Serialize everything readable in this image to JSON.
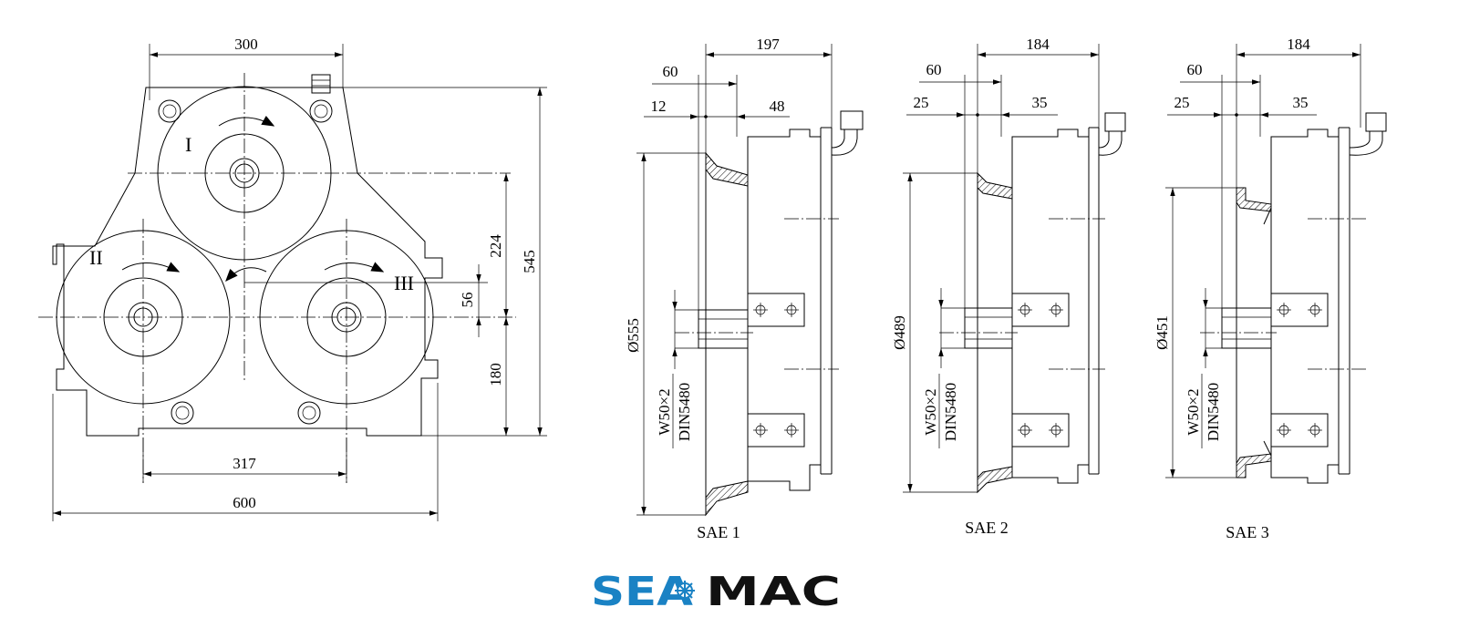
{
  "brand": {
    "logo_text": "SEAMAC",
    "part1": "SEA",
    "part2": "MAC",
    "color1": "#1a82c4",
    "color2": "#111111"
  },
  "front_view": {
    "dim_top": "300",
    "dim_bottom_inner": "317",
    "dim_bottom_overall": "600",
    "dim_224": "224",
    "dim_545": "545",
    "dim_56": "56",
    "dim_180": "180",
    "shaft_labels": [
      "I",
      "II",
      "III"
    ]
  },
  "side_views": [
    {
      "caption": "SAE 1",
      "dim_overall": "197",
      "dim_a": "60",
      "dim_b": "12",
      "dim_c": "48",
      "diameter": "Ø555",
      "spline_1": "W50×2",
      "spline_2": "DIN5480"
    },
    {
      "caption": "SAE 2",
      "dim_overall": "184",
      "dim_a": "60",
      "dim_b": "25",
      "dim_c": "35",
      "diameter": "Ø489",
      "spline_1": "W50×2",
      "spline_2": "DIN5480"
    },
    {
      "caption": "SAE 3",
      "dim_overall": "184",
      "dim_a": "60",
      "dim_b": "25",
      "dim_c": "35",
      "diameter": "Ø451",
      "spline_1": "W50×2",
      "spline_2": "DIN5480"
    }
  ]
}
